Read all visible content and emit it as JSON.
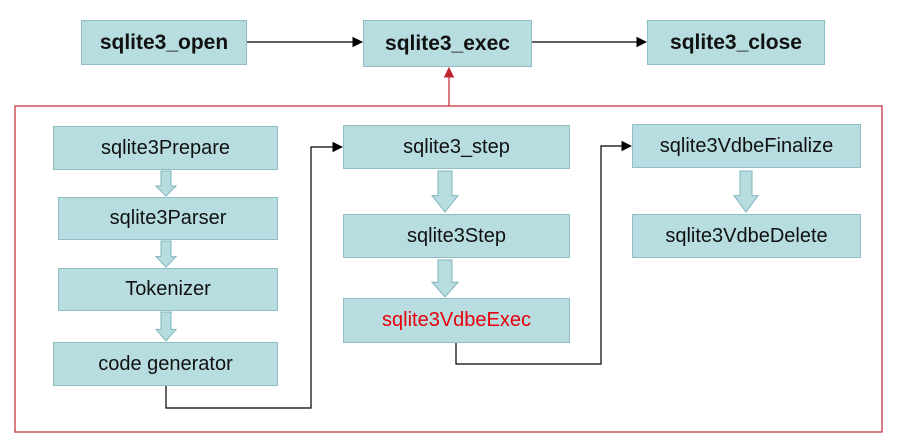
{
  "colors": {
    "node_fill": "#b7dde0",
    "node_border": "#8fbfc4",
    "group_border": "#c0262d",
    "flow_arrow_fill": "#b7dde0",
    "flow_arrow_stroke": "#7fb6bb",
    "connector": "#000000",
    "highlight_text": "#e8000b"
  },
  "top_row": {
    "open": "sqlite3_open",
    "exec": "sqlite3_exec",
    "close": "sqlite3_close"
  },
  "groups": {
    "prepare": {
      "steps": [
        "sqlite3Prepare",
        "sqlite3Parser",
        "Tokenizer",
        "code generator"
      ]
    },
    "step": {
      "steps": [
        "sqlite3_step",
        "sqlite3Step",
        "sqlite3VdbeExec"
      ]
    },
    "finalize": {
      "steps": [
        "sqlite3VdbeFinalize",
        "sqlite3VdbeDelete"
      ]
    }
  }
}
